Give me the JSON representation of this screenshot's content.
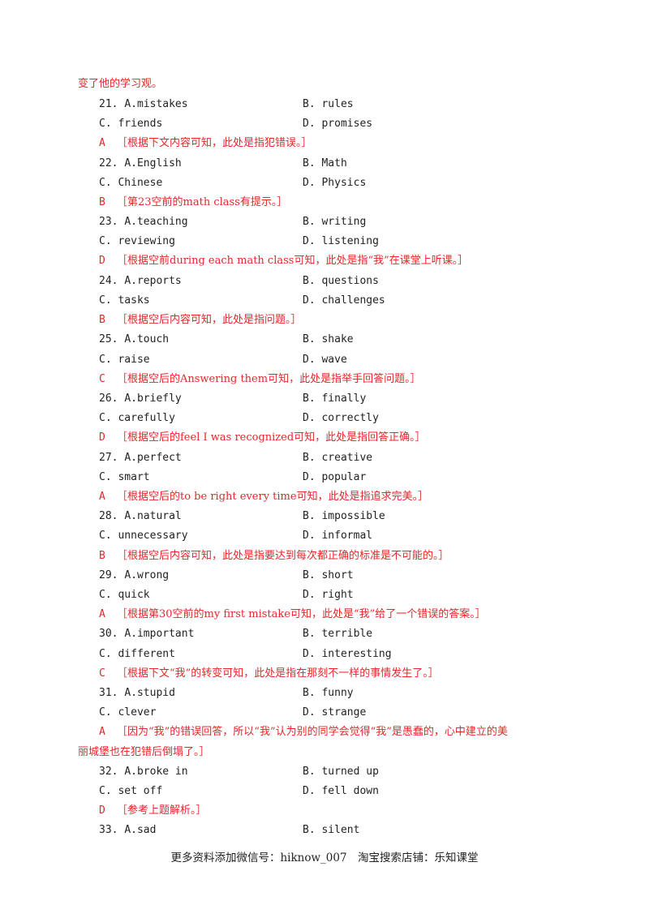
{
  "intro_tail": "变了他的学习观。",
  "questions": [
    {
      "num": "21.",
      "a": "A.mistakes",
      "b": "B. rules",
      "c": "C. friends",
      "d": "D. promises",
      "answer": "A",
      "explanation": "［根据下文内容可知，此处是指犯错误。］"
    },
    {
      "num": "22.",
      "a": "A.English",
      "b": "B. Math",
      "c": "C. Chinese",
      "d": "D. Physics",
      "answer": "B",
      "explanation": "［第23空前的math class有提示。］"
    },
    {
      "num": "23.",
      "a": "A.teaching",
      "b": "B. writing",
      "c": "C. reviewing",
      "d": "D. listening",
      "answer": "D",
      "explanation": "［根据空前during each math class可知，此处是指“我”在课堂上听课。］"
    },
    {
      "num": "24.",
      "a": "A.reports",
      "b": "B. questions",
      "c": "C. tasks",
      "d": "D. challenges",
      "answer": "B",
      "explanation": "［根据空后内容可知，此处是指问题。］"
    },
    {
      "num": "25.",
      "a": "A.touch",
      "b": "B. shake",
      "c": "C. raise",
      "d": "D. wave",
      "answer": "C",
      "explanation": "［根据空后的Answering them可知，此处是指举手回答问题。］"
    },
    {
      "num": "26.",
      "a": "A.briefly",
      "b": "B. finally",
      "c": "C. carefully",
      "d": "D. correctly",
      "answer": "D",
      "explanation": "［根据空后的feel I was recognized可知，此处是指回答正确。］"
    },
    {
      "num": "27.",
      "a": "A.perfect",
      "b": "B. creative",
      "c": "C. smart",
      "d": "D. popular",
      "answer": "A",
      "explanation": "［根据空后的to be right every time可知，此处是指追求完美。］"
    },
    {
      "num": "28.",
      "a": "A.natural",
      "b": "B. impossible",
      "c": "C. unnecessary",
      "d": "D. informal",
      "answer": "B",
      "explanation": "［根据空后内容可知，此处是指要达到每次都正确的标准是不可能的。］"
    },
    {
      "num": "29.",
      "a": "A.wrong",
      "b": "B. short",
      "c": "C. quick",
      "d": "D. right",
      "answer": "A",
      "explanation": "［根据第30空前的my first mistake可知，此处是“我”给了一个错误的答案。］"
    },
    {
      "num": "30.",
      "a": "A.important",
      "b": "B. terrible",
      "c": "C. different",
      "d": "D. interesting",
      "answer": "C",
      "explanation": "［根据下文“我”的转变可知，此处是指在那刻不一样的事情发生了。］"
    },
    {
      "num": "31.",
      "a": "A.stupid",
      "b": "B. funny",
      "c": "C. clever",
      "d": "D. strange",
      "answer": "A",
      "explanation": "［因为“我”的错误回答，所以“我”认为别的同学会觉得“我”是愚蠢的，心中建立的美",
      "explanation_cont": "丽城堡也在犯错后倒塌了。］"
    },
    {
      "num": "32.",
      "a": "A.broke in",
      "b": "B. turned up",
      "c": "C. set off",
      "d": "D. fell down",
      "answer": "D",
      "explanation": "［参考上题解析。］"
    },
    {
      "num": "33.",
      "a": "A.sad",
      "b": "B. silent"
    }
  ],
  "footer": "更多资料添加微信号：hiknow_007　淘宝搜索店铺：乐知课堂",
  "colors": {
    "answer_red": "#e8262b",
    "text": "#222222"
  }
}
